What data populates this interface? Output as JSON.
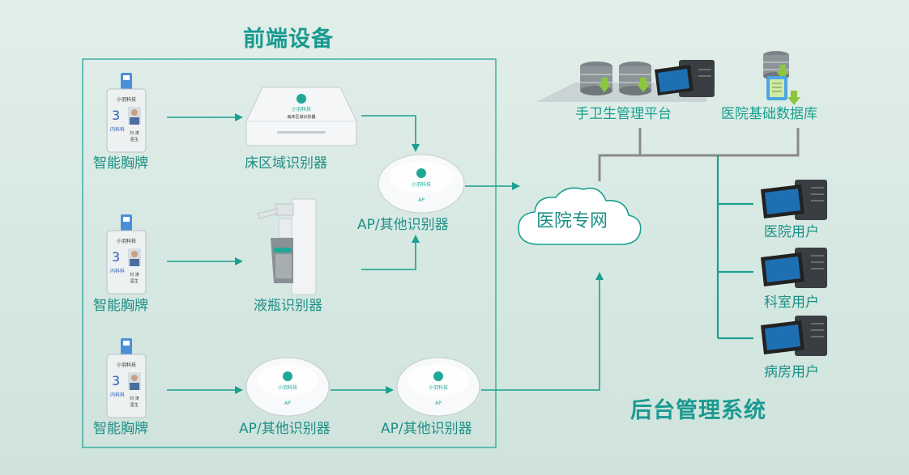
{
  "section_titles": {
    "frontend": "前端设备",
    "backend": "后台管理系统"
  },
  "front_rows": [
    {
      "badge": "智能胸牌",
      "device": "床区域识别器",
      "ap": "AP/其他识别器"
    },
    {
      "badge": "智能胸牌",
      "device": "液瓶识别器"
    },
    {
      "badge": "智能胸牌",
      "device": "AP/其他识别器",
      "ap": "AP/其他识别器"
    }
  ],
  "network": {
    "label": "医院专网"
  },
  "servers": {
    "hand_hygiene": "手卫生管理平台",
    "database": "医院基础数据库"
  },
  "users": [
    "医院用户",
    "科室用户",
    "病房用户"
  ],
  "badge_card": {
    "brand": "小羽科技",
    "number": "3",
    "dept": "内科科",
    "name": "刘 涛",
    "role": "医生"
  },
  "device_brand": "小羽科技",
  "bed_device_caption": "病床区域识别器",
  "ap_mark": "AP",
  "colors": {
    "accent": "#1fa898",
    "line": "#1aa090",
    "connector": "#8a8a8a",
    "background": "#d9eae4"
  },
  "icons": [
    "smart-badge-icon",
    "bed-zone-detector-icon",
    "bottle-detector-icon",
    "ap-device-icon",
    "cloud-icon",
    "server-icon",
    "database-icon",
    "user-computer-icon"
  ]
}
